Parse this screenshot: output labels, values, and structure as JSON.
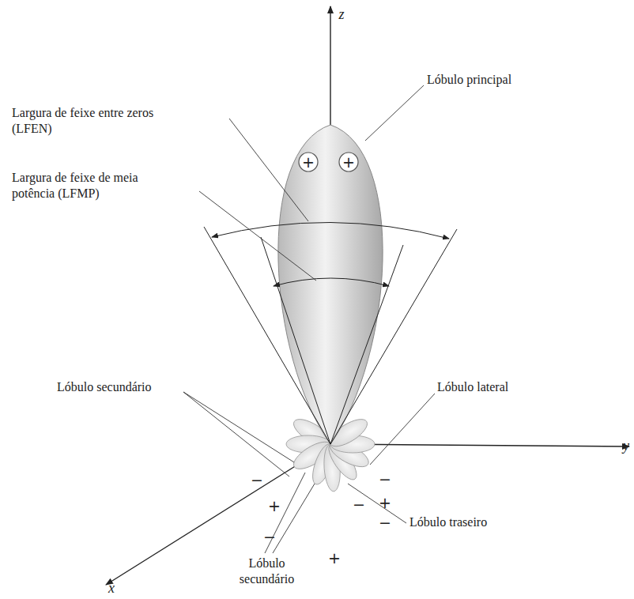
{
  "diagram": {
    "labels": [
      "z",
      "Largura de feixe entre zeros (LFEN)",
      "Lóbulo principal",
      "Largura de feixe de meia potência (LFMP)",
      "+",
      "+",
      "Lóbulo secundário",
      "Lóbulo lateral",
      "−",
      "+",
      "−",
      "−",
      "−",
      "+",
      "−",
      "y",
      "Lóbulo traseiro",
      "+",
      "Lóbulo secundário",
      "x"
    ]
  }
}
